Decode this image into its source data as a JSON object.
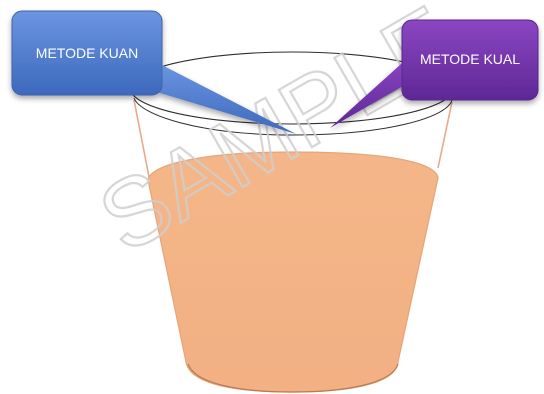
{
  "callouts": [
    {
      "text": "METODE KUAN",
      "color": "#4574c9"
    },
    {
      "text": "METODE KUAL",
      "color": "#6e2ea6"
    }
  ],
  "cup": {
    "fill_color": "#f3b386",
    "fill_edge_color": "#e7a577",
    "rim_color": "#2f2f2f",
    "handle_color": "#e9a98a"
  },
  "watermark": "SAMPLE"
}
